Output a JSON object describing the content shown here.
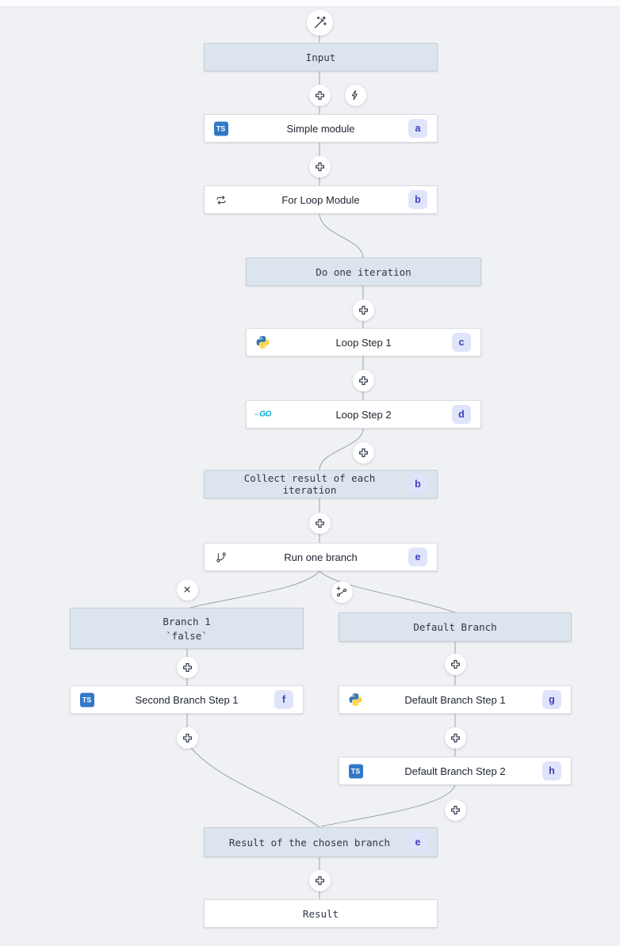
{
  "colors": {
    "canvas_bg": "#f0f1f4",
    "virtual_node_bg": "#dce4ee",
    "node_border": "#c7cfd9",
    "badge_bg": "#e0e4fb",
    "badge_text": "#3f3fb8",
    "typescript_blue": "#3178c6",
    "python_blue": "#3776ab",
    "python_yellow": "#ffd43b",
    "go_cyan": "#00acd7",
    "connector": "#9aa1ab"
  },
  "icons": {
    "typescript_label": "TS",
    "go_label": "GO"
  },
  "flow": {
    "input": {
      "label": "Input"
    },
    "simple_module": {
      "label": "Simple module",
      "badge": "a",
      "language": "typescript"
    },
    "for_loop_module": {
      "label": "For Loop Module",
      "badge": "b"
    },
    "do_one_iteration": {
      "label": "Do one iteration"
    },
    "loop_step_1": {
      "label": "Loop Step 1",
      "badge": "c",
      "language": "python"
    },
    "loop_step_2": {
      "label": "Loop Step 2",
      "badge": "d",
      "language": "go"
    },
    "collect_result": {
      "label": "Collect result of each iteration",
      "badge": "b"
    },
    "run_one_branch": {
      "label": "Run one branch",
      "badge": "e"
    },
    "branch_1": {
      "label": "Branch 1",
      "condition": "`false`"
    },
    "default_branch": {
      "label": "Default Branch"
    },
    "second_branch_step_1": {
      "label": "Second Branch Step 1",
      "badge": "f",
      "language": "typescript"
    },
    "default_branch_step_1": {
      "label": "Default Branch Step 1",
      "badge": "g",
      "language": "python"
    },
    "default_branch_step_2": {
      "label": "Default Branch Step 2",
      "badge": "h",
      "language": "typescript"
    },
    "result_of_chosen_branch": {
      "label": "Result of the chosen branch",
      "badge": "e"
    },
    "result": {
      "label": "Result"
    }
  }
}
